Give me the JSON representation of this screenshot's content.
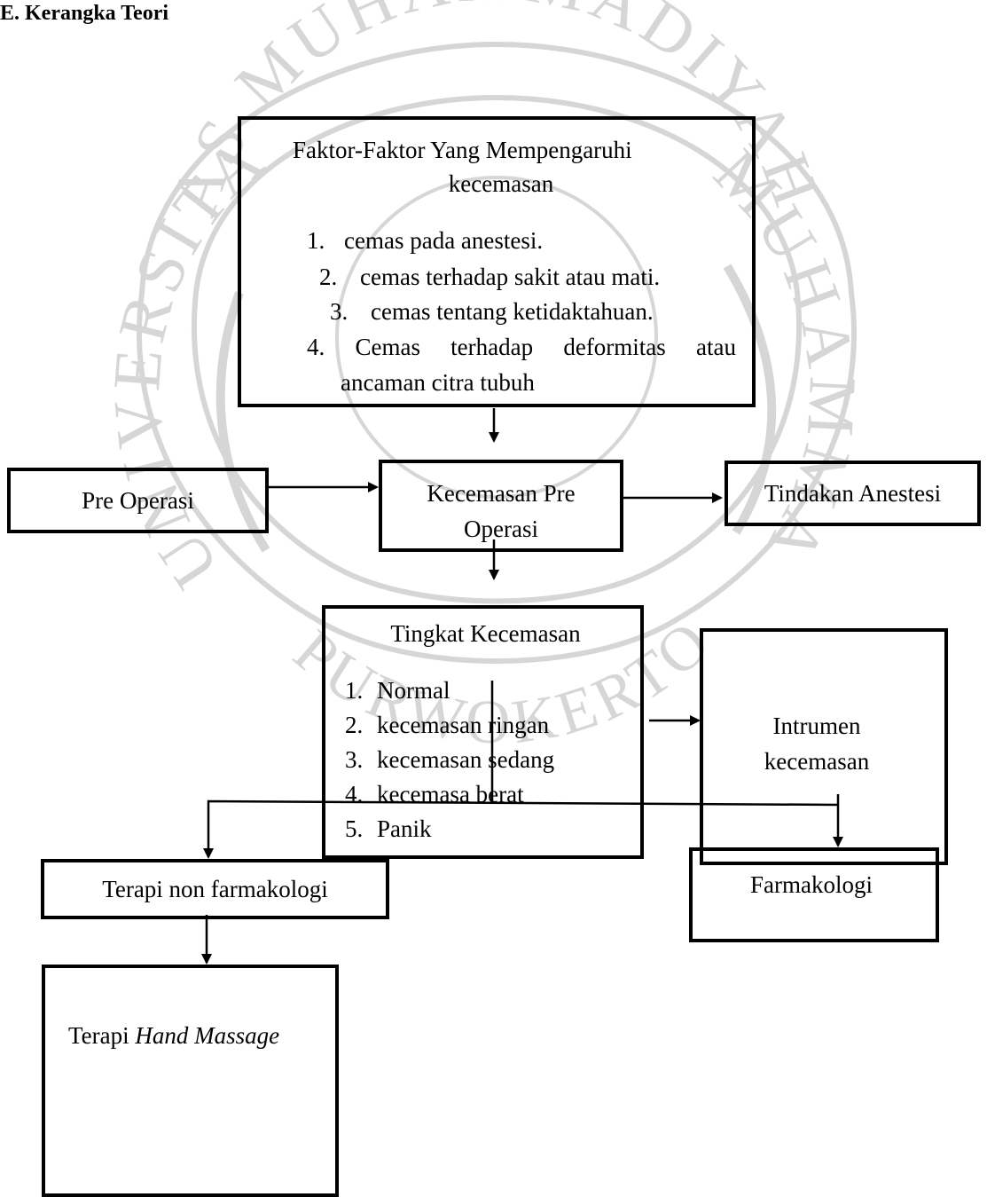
{
  "heading": "E.  Kerangka Teori",
  "watermark": {
    "arc_top": "AS MUHAMMADIYAH",
    "arc_left": "UNIVERSITAS",
    "arc_right": "MUHAMMADIYAH",
    "arc_bottom": "PURWOKERTO",
    "color": "#d6d6d6"
  },
  "factors": {
    "title_line1": "Faktor-Faktor Yang Mempengaruhi",
    "title_line2": "kecemasan",
    "items": [
      {
        "num": "1.",
        "text": "cemas pada anestesi."
      },
      {
        "num": "2.",
        "text": "cemas terhadap sakit atau mati."
      },
      {
        "num": "3.",
        "text": "cemas tentang ketidaktahuan."
      },
      {
        "num": "4.",
        "text": "Cemas terhadap deformitas atau"
      }
    ],
    "item4_continuation": "ancaman citra tubuh"
  },
  "pre_operasi": "Pre Operasi",
  "kecemasan_pre_operasi": {
    "line1": "Kecemasan Pre",
    "line2": "Operasi"
  },
  "tindakan_anestesi": "Tindakan Anestesi",
  "tingkat": {
    "title": "Tingkat Kecemasan",
    "items": [
      {
        "num": "1.",
        "text": "Normal"
      },
      {
        "num": "2.",
        "text": "kecemasan ringan"
      },
      {
        "num": "3.",
        "text": "kecemasan sedang"
      },
      {
        "num": "4.",
        "text": "kecemasa berat"
      },
      {
        "num": "5.",
        "text": "Panik"
      }
    ]
  },
  "instrumen": {
    "line1": "Intrumen",
    "line2": "kecemasan"
  },
  "terapi_non_farmakologi": "Terapi non farmakologi",
  "farmakologi": "Farmakologi",
  "terapi_hand_massage": {
    "prefix": "Terapi ",
    "emphasis": "Hand Massage"
  }
}
